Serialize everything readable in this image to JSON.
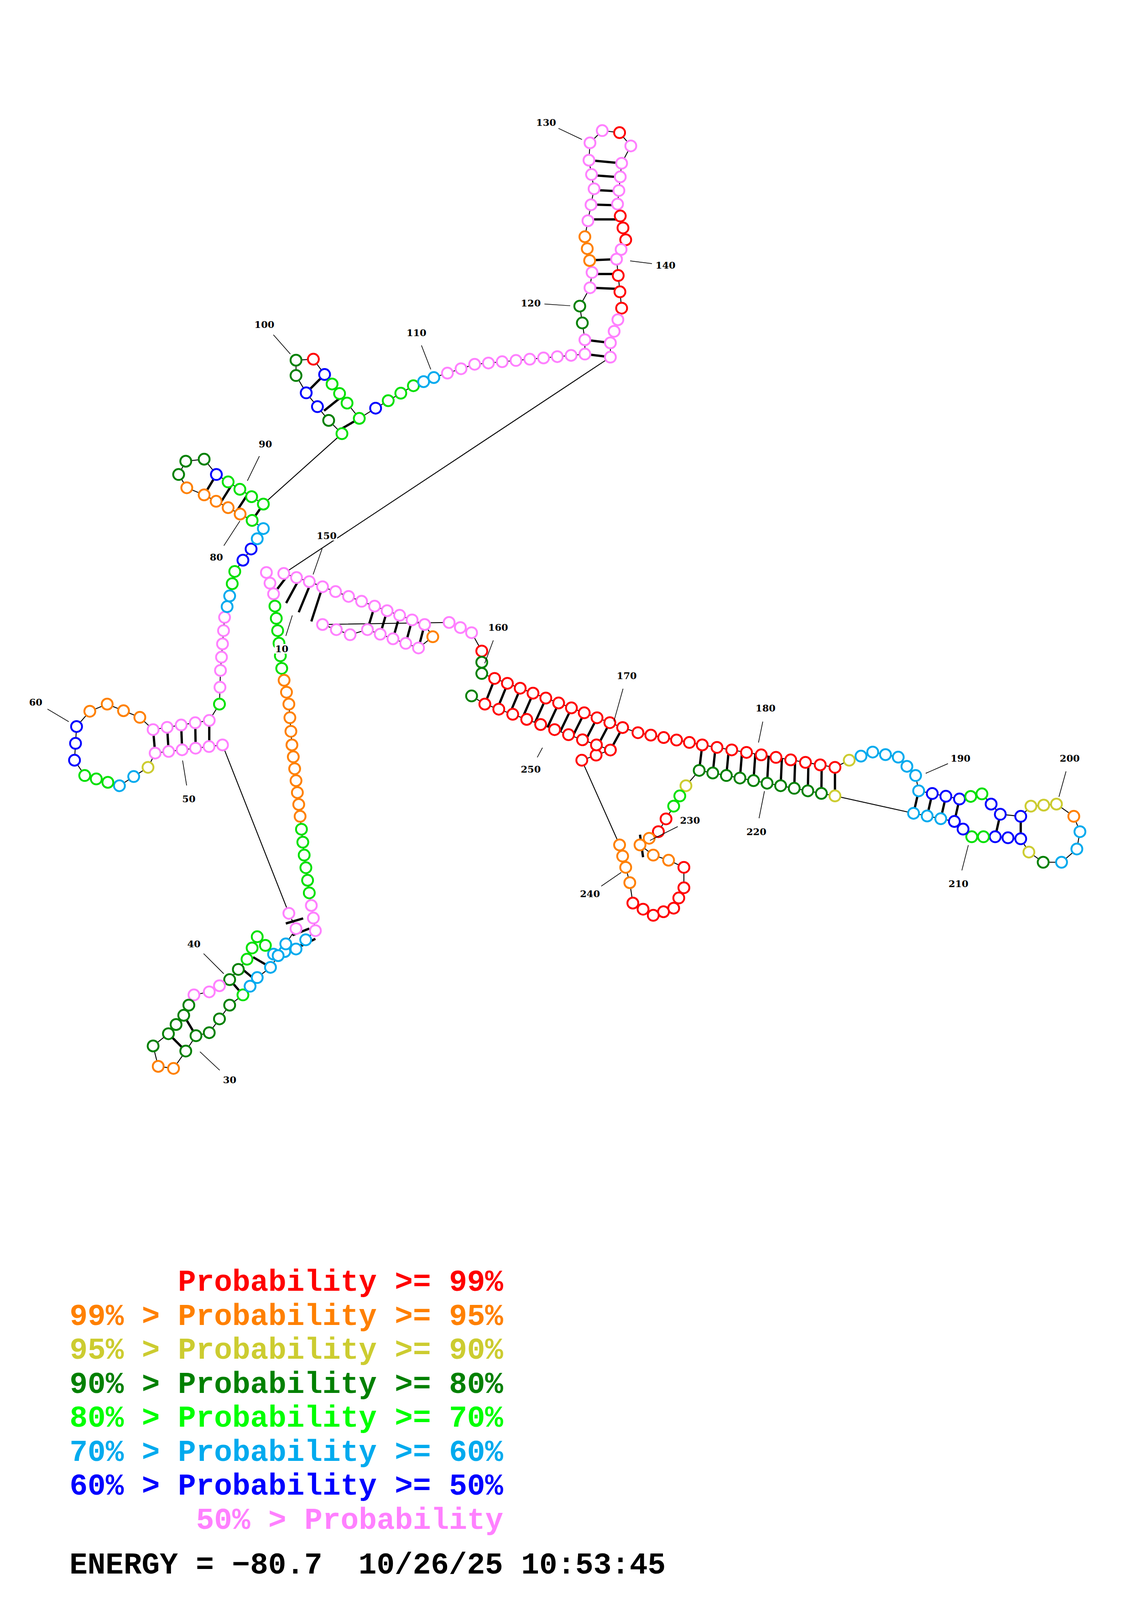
{
  "diagram": {
    "caption": "ENERGY = −80.7  10/26/25 10:53:45",
    "labels": [
      "10",
      "30",
      "40",
      "50",
      "60",
      "80",
      "90",
      "100",
      "110",
      "120",
      "130",
      "140",
      "150",
      "160",
      "170",
      "180",
      "190",
      "200",
      "210",
      "220",
      "230",
      "240",
      "250"
    ],
    "legend": [
      {
        "text": "Probability >= 99%",
        "color": "#ff0000"
      },
      {
        "text": "99% > Probability >= 95%",
        "color": "#ff8000"
      },
      {
        "text": "95% > Probability >= 90%",
        "color": "#cccc30"
      },
      {
        "text": "90% > Probability >= 80%",
        "color": "#008000"
      },
      {
        "text": "80% > Probability >= 70%",
        "color": "#00ff00"
      },
      {
        "text": "70% > Probability >= 60%",
        "color": "#00aaee"
      },
      {
        "text": "60% > Probability >= 50%",
        "color": "#0000ff"
      },
      {
        "text": "50% > Probability",
        "color": "#ff80ff"
      }
    ]
  }
}
